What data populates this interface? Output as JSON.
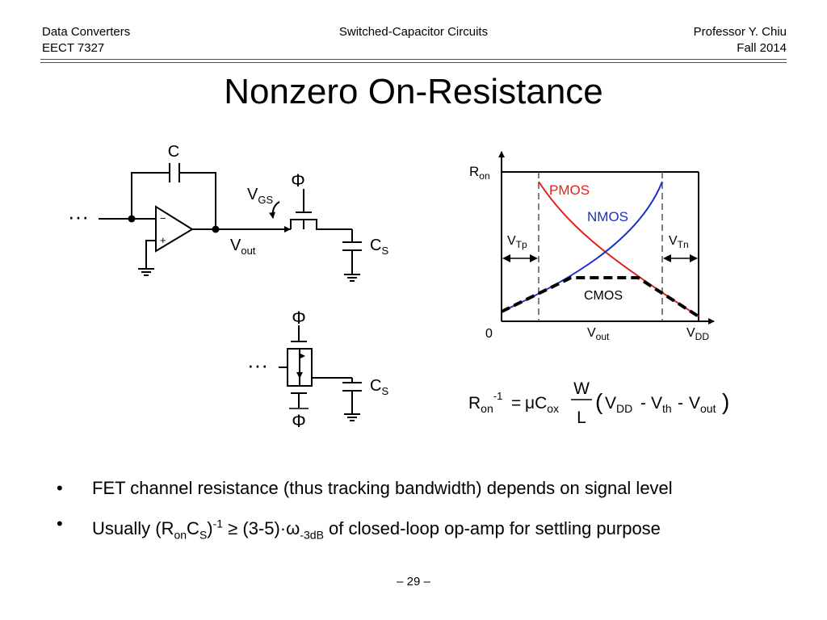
{
  "header": {
    "course": "Data Converters",
    "code": "EECT 7327",
    "topic": "Switched-Capacitor Circuits",
    "professor": "Professor Y. Chiu",
    "term": "Fall 2014"
  },
  "title": "Nonzero On-Resistance",
  "circuit1": {
    "cap_label": "C",
    "dots": "···",
    "minus": "−",
    "plus": "+",
    "vgs_main": "V",
    "vgs_sub": "GS",
    "phi": "Φ",
    "vout_main": "V",
    "vout_sub": "out",
    "cs_main": "C",
    "cs_sub": "S"
  },
  "circuit2": {
    "phi_top": "Φ",
    "phi_bottom": "Φ",
    "dots": "···",
    "cs_main": "C",
    "cs_sub": "S"
  },
  "graph": {
    "ron_main": "R",
    "ron_sub": "on",
    "zero": "0",
    "xlabel_main": "V",
    "xlabel_sub": "out",
    "vdd_main": "V",
    "vdd_sub": "DD",
    "vtp_main": "V",
    "vtp_sub": "Tp",
    "vtn_main": "V",
    "vtn_sub": "Tn",
    "pmos": "PMOS",
    "nmos": "NMOS",
    "cmos": "CMOS",
    "colors": {
      "pmos": "#e32119",
      "nmos": "#1c2fc8",
      "cmos": "#000000"
    }
  },
  "equation": {
    "r": "R",
    "on": "on",
    "exp": "-1",
    "eq": "=",
    "mu": "μC",
    "ox": "ox",
    "w": "W",
    "l": "L",
    "lp": "(",
    "v1": "V",
    "dd": "DD",
    "m1": "-",
    "v2": "V",
    "th": "th",
    "m2": "-",
    "v3": "V",
    "out": "out",
    "rp": ")"
  },
  "bullets": {
    "marker": "•",
    "b1": "FET channel resistance (thus tracking bandwidth) depends on signal level",
    "b2_a": "Usually (R",
    "b2_on": "on",
    "b2_c": "C",
    "b2_s": "S",
    "b2_d": ")",
    "b2_exp": "-1",
    "b2_e": " ≥ (3-5)·ω",
    "b2_sub": "-3dB",
    "b2_f": " of closed-loop op-amp for settling purpose"
  },
  "page_number": "– 29 –"
}
